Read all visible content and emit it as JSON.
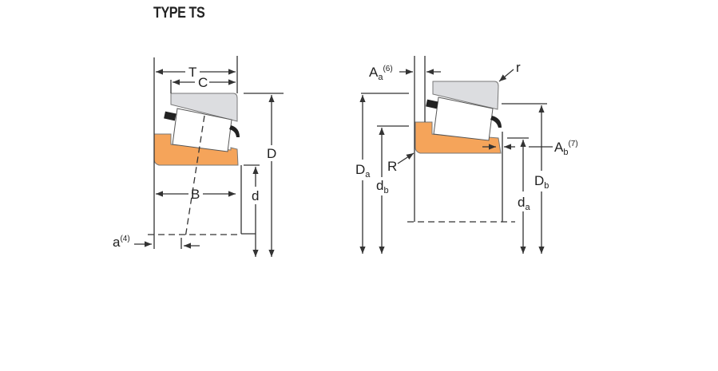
{
  "title": "TYPE TS",
  "colors": {
    "cone": "#f5a45a",
    "cup": "#dcdde0",
    "line": "#333333"
  },
  "left_diagram": {
    "T": "T",
    "C": "C",
    "D": "D",
    "d": "d",
    "B": "B",
    "a": "a",
    "a_note": "(4)"
  },
  "right_diagram": {
    "Aa": "A",
    "Aa_sub": "a",
    "Aa_note": "(6)",
    "r": "r",
    "R": "R",
    "Da": "D",
    "Da_sub": "a",
    "db": "d",
    "db_sub": "b",
    "Db": "D",
    "Db_sub": "b",
    "da": "d",
    "da_sub": "a",
    "Ab": "A",
    "Ab_sub": "b",
    "Ab_note": "(7)"
  }
}
